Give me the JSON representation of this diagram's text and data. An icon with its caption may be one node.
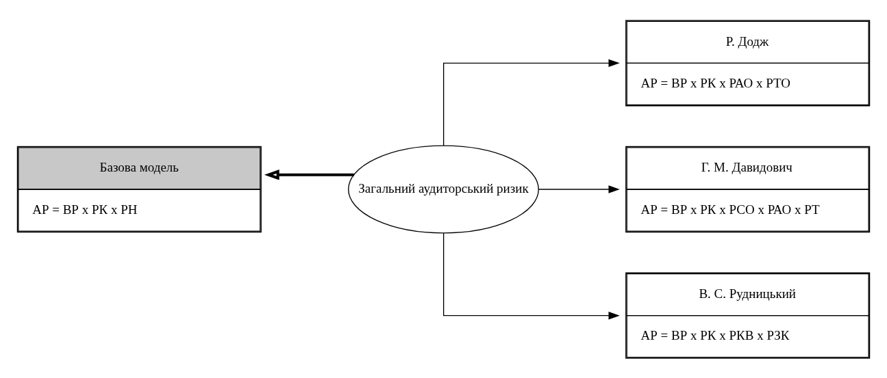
{
  "diagram": {
    "nodes": [
      {
        "text": [
          "Базова модель",
          "АР = ВР х РК х РН"
        ]
      },
      {
        "text": [
          "Загальний аудиторський ризик"
        ]
      },
      {
        "text": [
          "Р. Додж",
          "АР = ВР х РК х РАО х РТО"
        ]
      },
      {
        "text": [
          "Г. М. Давидович",
          "АР = ВР х РК х РСО х РАО х РТ"
        ]
      },
      {
        "text": [
          "В. С. Рудницький",
          "АР = ВР х РК х РКВ х РЗК"
        ]
      }
    ],
    "edges": [
      {
        "from": 1,
        "to": 0,
        "arrow": "to",
        "style": "thick"
      },
      {
        "from": 1,
        "to": 2,
        "arrow": "to"
      },
      {
        "from": 1,
        "to": 3,
        "arrow": "to"
      },
      {
        "from": 1,
        "to": 4,
        "arrow": "to"
      }
    ]
  }
}
